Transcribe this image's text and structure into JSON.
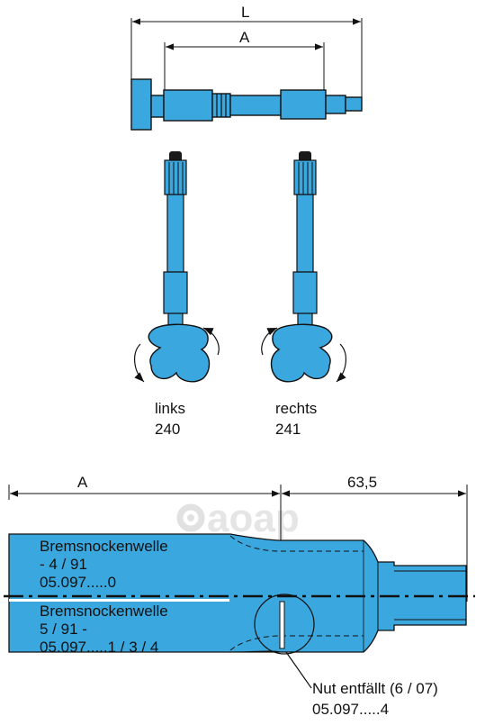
{
  "colors": {
    "part_fill": "#3aa7df",
    "outline": "#111111",
    "watermark": "#e6e6e6"
  },
  "top_drawing": {
    "dim_L": "L",
    "dim_A": "A"
  },
  "cams": {
    "left": {
      "side": "links",
      "number": "240"
    },
    "right": {
      "side": "rechts",
      "number": "241"
    }
  },
  "detail": {
    "dim_A": "A",
    "dim_635": "63,5",
    "upper_label": [
      "Bremsnockenwelle",
      "- 4 / 91",
      "05.097.....0"
    ],
    "lower_label": [
      "Bremsnockenwelle",
      "5 / 91 -",
      "05.097.....1 / 3 / 4"
    ],
    "note": [
      "Nut entfällt (6 / 07)",
      "05.097.....4"
    ]
  },
  "watermark": {
    "text": "aoap",
    "icon": "aoap-logo-icon"
  }
}
